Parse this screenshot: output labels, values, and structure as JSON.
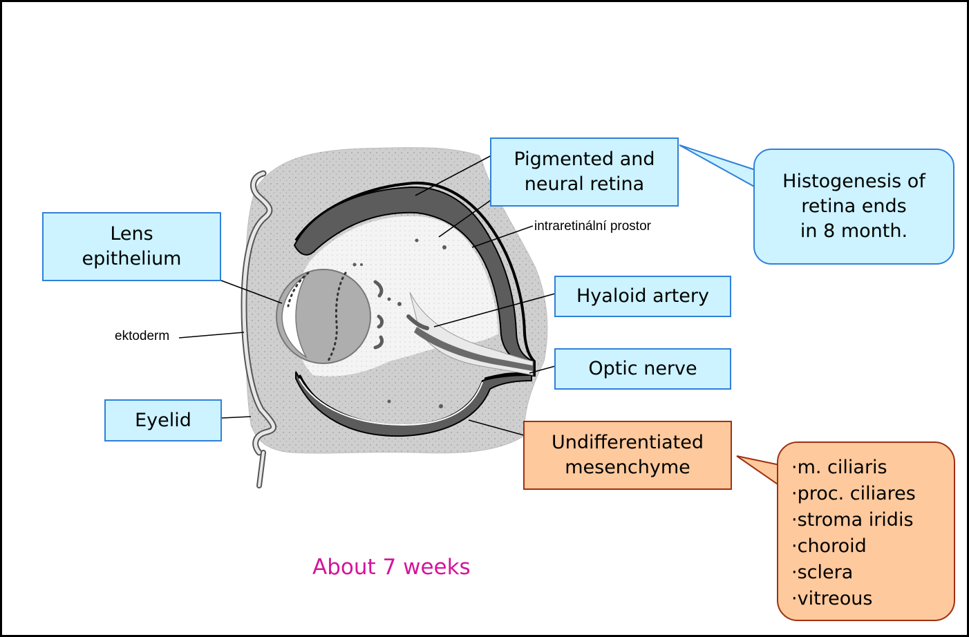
{
  "labels": {
    "pigmented_retina": "Pigmented and\nneural retina",
    "lens_epithelium": "Lens\nepithelium",
    "hyaloid_artery": "Hyaloid artery",
    "optic_nerve": "Optic nerve",
    "eyelid": "Eyelid",
    "mesenchyme": "Undifferentiated\nmesenchyme",
    "intraretinal_space": "intraretinální prostor",
    "ectoderm": "ektoderm"
  },
  "callouts": {
    "retina_note": "Histogenesis of\nretina ends\nin 8 month.",
    "mesenchyme_derivatives": [
      "m. ciliaris",
      "proc. ciliares",
      "stroma iridis",
      "choroid",
      "sclera",
      "vitreous"
    ]
  },
  "caption": "About 7 weeks",
  "colors": {
    "label_fill": "#ccf3ff",
    "label_border": "#2f7fd9",
    "mesenchyme_fill": "#fdc99d",
    "mesenchyme_border": "#a03010",
    "caption": "#d4149b",
    "tissue_gray": "#c8c8c8",
    "retina_dark": "#5c5c5c"
  }
}
